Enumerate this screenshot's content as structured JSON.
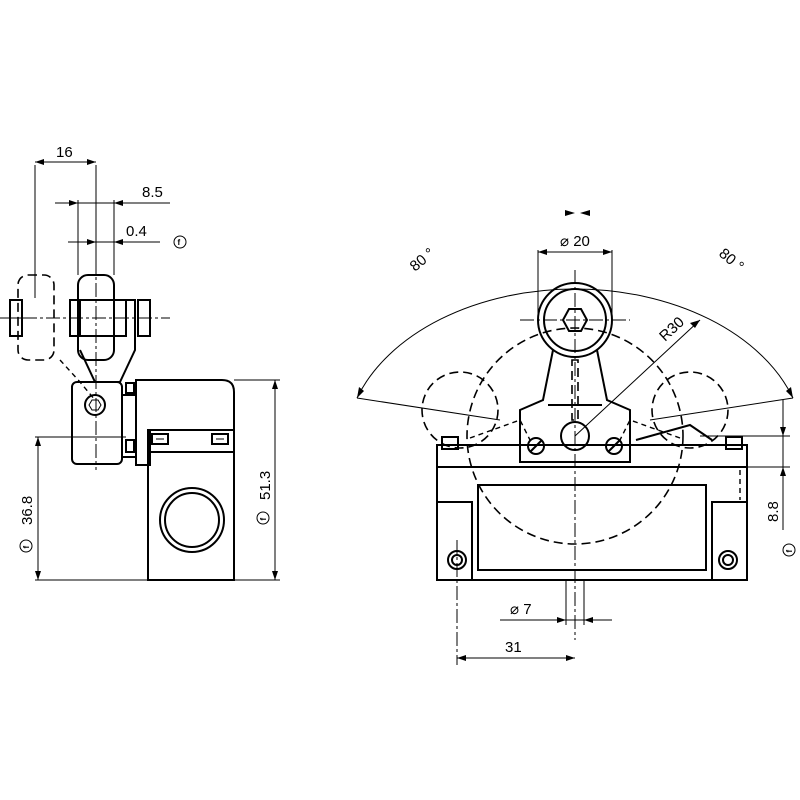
{
  "side_view": {
    "dim_width_total": "16",
    "dim_roller_width": "8.5",
    "dim_offset": "0.4",
    "dim_height_mount": "36.8",
    "dim_height_total": "51.3",
    "tolerance_mark": "f"
  },
  "front_view": {
    "angle_left": "80 °",
    "angle_right": "80 °",
    "roller_diameter": "⌀ 20",
    "arm_radius": "R30",
    "hole_diameter": "⌀ 7",
    "hole_spacing": "31",
    "pivot_height": "8.8",
    "tolerance_mark": "f"
  }
}
